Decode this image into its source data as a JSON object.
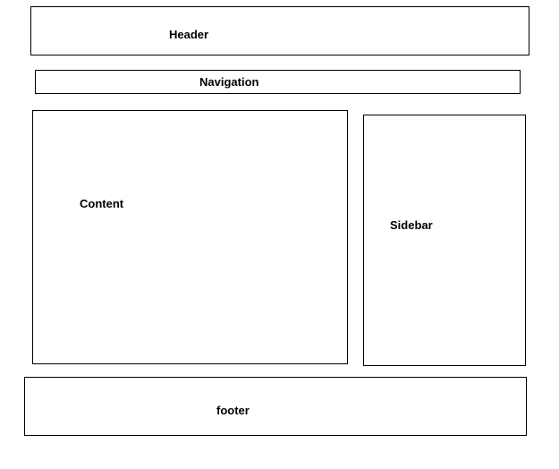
{
  "diagram": {
    "header": {
      "label": "Header"
    },
    "navigation": {
      "label": "Navigation"
    },
    "content": {
      "label": "Content"
    },
    "sidebar": {
      "label": "Sidebar"
    },
    "footer": {
      "label": "footer"
    }
  },
  "colors": {
    "border": "#000000",
    "background": "#ffffff",
    "text": "#000000"
  }
}
